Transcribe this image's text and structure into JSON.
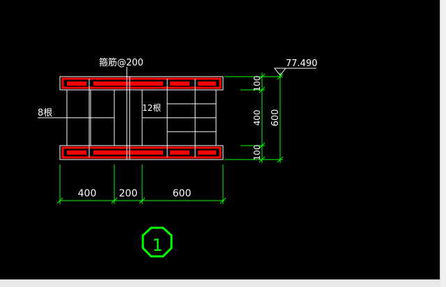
{
  "drawing": {
    "top_label": "箍筋@200",
    "left_label": "8根",
    "middle_label": "12根",
    "elevation": "77.490",
    "section_number": "1",
    "dim_bottom": [
      "400",
      "200",
      "600"
    ],
    "dim_right": [
      "100",
      "400",
      "100"
    ],
    "dim_right_total": "600"
  },
  "colors": {
    "background": "#000000",
    "rebar": "#ff0000",
    "outline": "#ffffff",
    "dimension": "#00ff00",
    "text": "#ffffff"
  },
  "icons": {
    "elevation_marker": "triangle-icon",
    "section_marker": "octagon-icon"
  }
}
